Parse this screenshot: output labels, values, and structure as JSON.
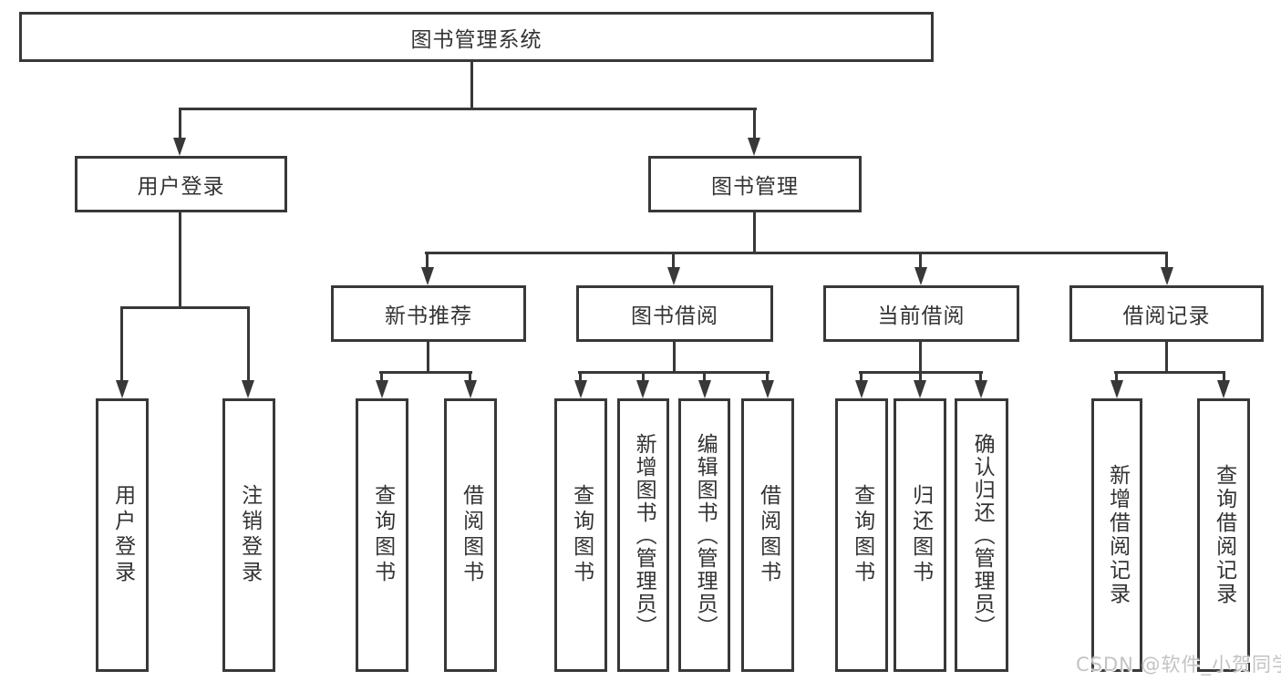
{
  "diagram": {
    "type": "tree",
    "title": "图书管理系统",
    "colors": {
      "line": "#383838",
      "border": "#383838",
      "text": "#333333",
      "background": "#ffffff",
      "watermark": "#c3c3c3"
    },
    "root": {
      "label": "图书管理系统"
    },
    "level2": [
      {
        "label": "用户登录",
        "parent": "图书管理系统"
      },
      {
        "label": "图书管理",
        "parent": "图书管理系统"
      }
    ],
    "level3": [
      {
        "label": "新书推荐",
        "parent": "图书管理"
      },
      {
        "label": "图书借阅",
        "parent": "图书管理"
      },
      {
        "label": "当前借阅",
        "parent": "图书管理"
      },
      {
        "label": "借阅记录",
        "parent": "图书管理"
      }
    ],
    "leaves": [
      {
        "label": "用户登录",
        "parent": "用户登录"
      },
      {
        "label": "注销登录",
        "parent": "用户登录"
      },
      {
        "label": "查询图书",
        "parent": "新书推荐"
      },
      {
        "label": "借阅图书",
        "parent": "新书推荐"
      },
      {
        "label": "查询图书",
        "parent": "图书借阅"
      },
      {
        "label": "新增图书（管理员）",
        "parent": "图书借阅"
      },
      {
        "label": "编辑图书（管理员）",
        "parent": "图书借阅"
      },
      {
        "label": "借阅图书",
        "parent": "图书借阅"
      },
      {
        "label": "查询图书",
        "parent": "当前借阅"
      },
      {
        "label": "归还图书",
        "parent": "当前借阅"
      },
      {
        "label": "确认归还（管理员）",
        "parent": "当前借阅"
      },
      {
        "label": "新增借阅记录",
        "parent": "借阅记录"
      },
      {
        "label": "查询借阅记录",
        "parent": "借阅记录"
      }
    ]
  },
  "watermark": {
    "text": "CSDN @软件_小贺同学"
  }
}
